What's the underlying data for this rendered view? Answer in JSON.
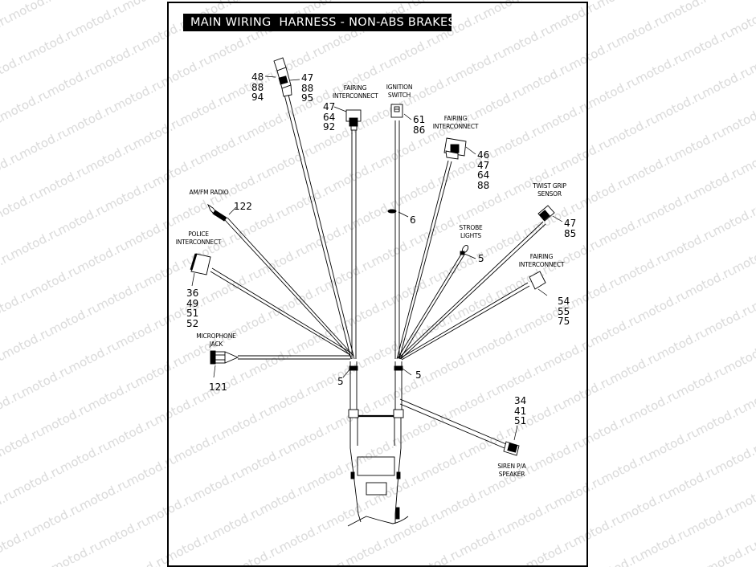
{
  "title": "MAIN WIRING  HARNESS - NON-ABS BRAKES",
  "watermark": {
    "text": "motod.ru",
    "color": "#d6d6d6"
  },
  "colors": {
    "line": "#000000",
    "background": "#ffffff",
    "title_bg": "#000000",
    "title_fg": "#ffffff"
  },
  "components": {
    "top_left_connector": {
      "label": "",
      "callouts_left": "48\n88\n94",
      "callouts_right": "47\n88\n95"
    },
    "fairing_interconnect_1": {
      "label": "FAIRING\nINTERCONNECT",
      "callouts": "47\n64\n92"
    },
    "ignition_switch": {
      "label": "IGNITION\nSWITCH",
      "callouts": "61\n86"
    },
    "fairing_interconnect_2": {
      "label": "FAIRING\nINTERCONNECT",
      "callouts": "46\n47\n64\n88"
    },
    "am_fm_radio": {
      "label": "AM/FM RADIO",
      "callouts": "122"
    },
    "clip_center": {
      "callouts": "6"
    },
    "twist_grip_sensor": {
      "label": "TWIST GRIP\nSENSOR",
      "callouts": "47\n85"
    },
    "police_interconnect": {
      "label": "POLICE\nINTERCONNECT",
      "callouts": "36\n49\n51\n52"
    },
    "strobe_lights": {
      "label": "STROBE\nLIGHTS",
      "callouts": "5"
    },
    "fairing_interconnect_3": {
      "label": "FAIRING\nINTERCONNECT",
      "callouts": "54\n55\n75"
    },
    "microphone_jack": {
      "label": "MICROPHONE\nJACK",
      "callouts": "121"
    },
    "left_bundle_clip": {
      "callouts": "5"
    },
    "right_bundle_clip": {
      "callouts": "5"
    },
    "siren_pa_speaker": {
      "label": "SIREN P/A\nSPEAKER",
      "callouts": "34\n41\n51"
    }
  }
}
